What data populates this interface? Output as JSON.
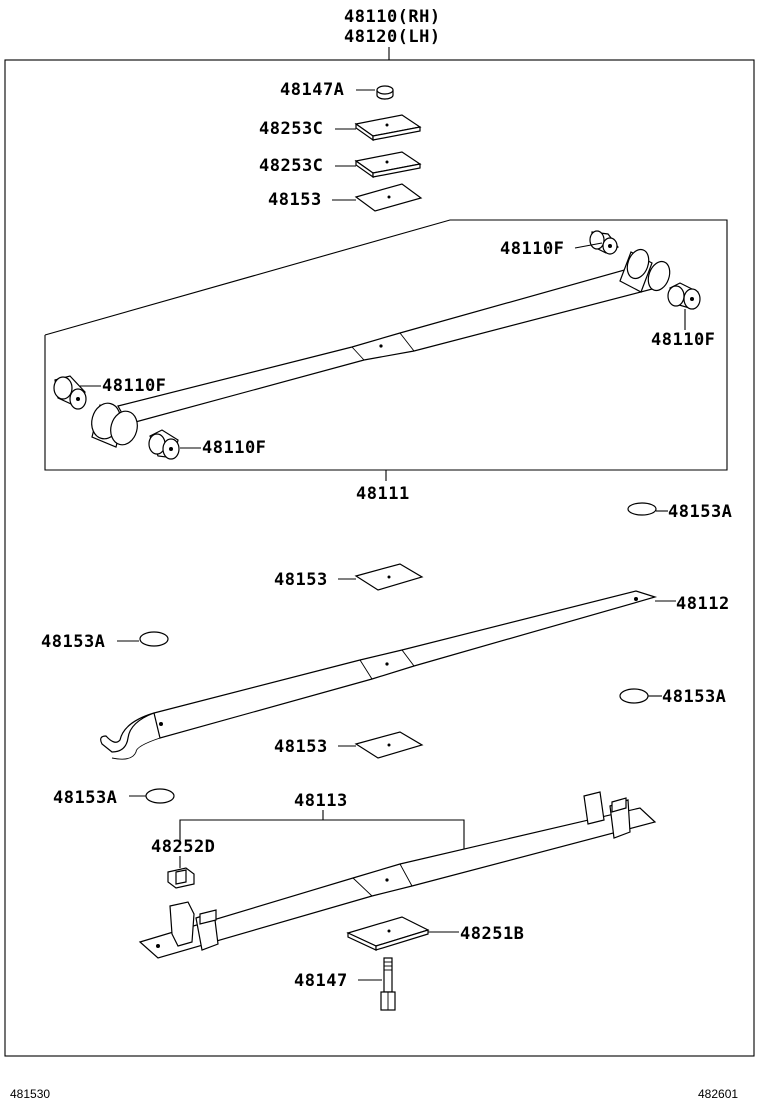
{
  "header": {
    "assembly_rh": "48110(RH)",
    "assembly_lh": "48120(LH)"
  },
  "labels": {
    "l_48147A": "48147A",
    "l_48253C_1": "48253C",
    "l_48253C_2": "48253C",
    "l_48153_top": "48153",
    "l_48110F_tr": "48110F",
    "l_48110F_r": "48110F",
    "l_48110F_l": "48110F",
    "l_48110F_bl": "48110F",
    "l_48111": "48111",
    "l_48153A_r1": "48153A",
    "l_48153_mid1": "48153",
    "l_48112": "48112",
    "l_48153A_l1": "48153A",
    "l_48153A_r2": "48153A",
    "l_48153_mid2": "48153",
    "l_48153A_l2": "48153A",
    "l_48113": "48113",
    "l_48252D": "48252D",
    "l_48251B": "48251B",
    "l_48147": "48147"
  },
  "footer": {
    "code_left": "481530",
    "code_right": "482601"
  }
}
